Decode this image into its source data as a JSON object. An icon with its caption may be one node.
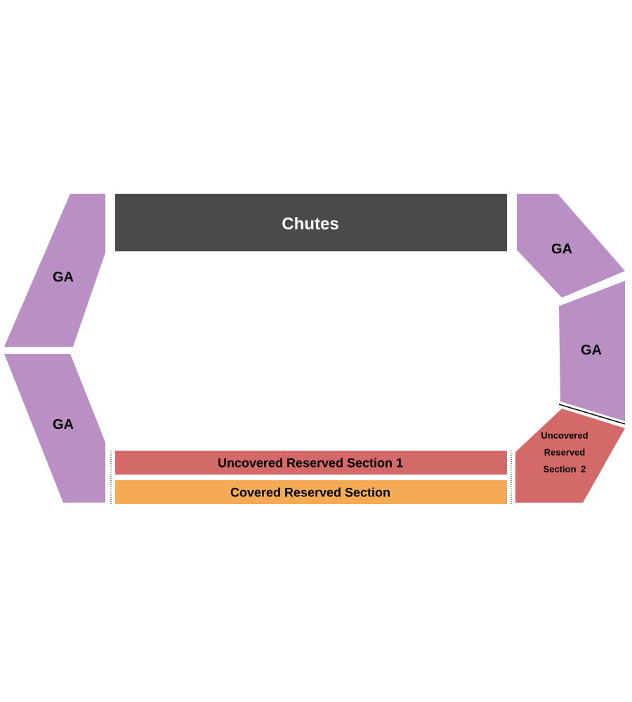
{
  "diagram": {
    "nodes": [
      {
        "text": [
          "Chutes"
        ]
      },
      {
        "text": [
          "GA"
        ]
      },
      {
        "text": [
          "GA"
        ]
      },
      {
        "text": [
          "GA"
        ]
      },
      {
        "text": [
          "GA"
        ]
      },
      {
        "text": [
          "Uncovered Reserved Section 2"
        ]
      },
      {
        "text": [
          "Uncovered Reserved Section 1"
        ]
      },
      {
        "text": [
          "Covered Reserved Section"
        ]
      }
    ]
  }
}
